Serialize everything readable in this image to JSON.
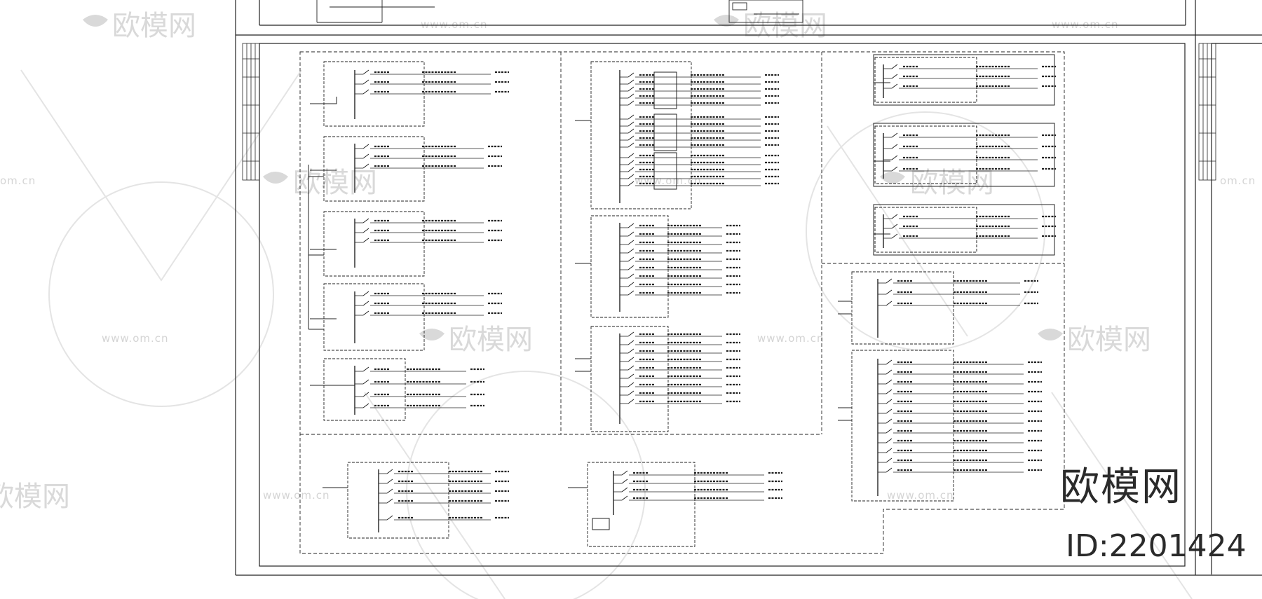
{
  "watermark": {
    "brand": "欧模网",
    "url": "www.om.cn",
    "url_fragment": "om.cn"
  },
  "stamp": {
    "brand": "欧模网",
    "id_label": "ID:2201424"
  },
  "colors": {
    "line": "#222222",
    "watermark": "#d9d9d9",
    "background": "#ffffff"
  }
}
